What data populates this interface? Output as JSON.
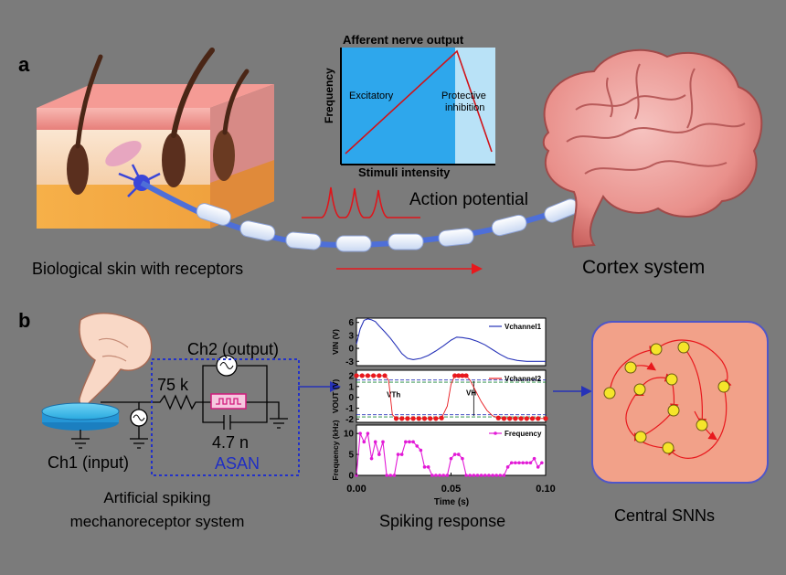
{
  "panel_a": {
    "label": "a",
    "skin_caption": "Biological skin with receptors",
    "cortex_caption": "Cortex system",
    "action_potential": "Action potential",
    "inset": {
      "title": "Afferent nerve output",
      "ylabel": "Frequency",
      "xlabel": "Stimuli intensity",
      "region_left": "Excitatory",
      "region_right_1": "Protective",
      "region_right_2": "inhibition"
    }
  },
  "panel_b": {
    "label": "b",
    "circuit": {
      "ch2": "Ch2 (output)",
      "resistor": "75 k",
      "capacitor": "4.7 n",
      "asan": "ASAN",
      "ch1": "Ch1 (input)"
    },
    "system_caption_1": "Artificial spiking",
    "system_caption_2": "mechanoreceptor system",
    "response_caption": "Spiking response",
    "snn_caption": "Central SNNs"
  },
  "chart_data": {
    "type": "line",
    "x_label": "Time (s)",
    "x_ticks": [
      "0.00",
      "0.05",
      "0.10"
    ],
    "xlim": [
      0,
      0.1
    ],
    "panels": [
      {
        "ylabel": "VIN (V)",
        "yticks": [
          "6",
          "3",
          "0",
          "-3"
        ],
        "ylim": [
          -4,
          7
        ],
        "legend": "Vchannel1",
        "x": [
          0,
          0.002,
          0.004,
          0.006,
          0.008,
          0.01,
          0.012,
          0.015,
          0.018,
          0.021,
          0.024,
          0.027,
          0.03,
          0.034,
          0.038,
          0.042,
          0.046,
          0.05,
          0.053,
          0.056,
          0.06,
          0.064,
          0.068,
          0.072,
          0.076,
          0.08,
          0.085,
          0.09,
          0.095,
          0.1
        ],
        "y": [
          1.0,
          4.5,
          6.5,
          6.8,
          6.6,
          6.2,
          5.2,
          3.8,
          2.3,
          0.6,
          -1.2,
          -2.3,
          -2.6,
          -2.3,
          -1.6,
          -0.6,
          0.6,
          1.9,
          2.6,
          2.5,
          2.2,
          1.6,
          0.8,
          -0.3,
          -1.4,
          -2.3,
          -2.8,
          -3.0,
          -3.0,
          -3.0
        ]
      },
      {
        "ylabel": "VOUT (V)",
        "yticks": [
          "2",
          "1",
          "0",
          "-1",
          "-2"
        ],
        "ylim": [
          -2.3,
          2.5
        ],
        "legend": "Vchannel2",
        "annotation_th": "VTh",
        "annotation_h": "VH",
        "x": [
          0,
          0.003,
          0.006,
          0.009,
          0.012,
          0.015,
          0.017,
          0.019,
          0.021,
          0.024,
          0.027,
          0.03,
          0.033,
          0.036,
          0.039,
          0.042,
          0.045,
          0.048,
          0.05,
          0.052,
          0.054,
          0.056,
          0.058,
          0.06,
          0.063,
          0.066,
          0.069,
          0.072,
          0.075,
          0.078,
          0.081,
          0.084,
          0.087,
          0.09,
          0.093,
          0.096,
          0.1
        ],
        "y": [
          2.0,
          2.0,
          2.0,
          2.0,
          2.0,
          2.0,
          1.6,
          -1.6,
          -1.95,
          -1.95,
          -1.95,
          -1.95,
          -1.95,
          -1.95,
          -1.95,
          -1.95,
          -1.9,
          -0.8,
          1.2,
          2.0,
          2.0,
          2.0,
          2.0,
          1.6,
          0.6,
          -0.4,
          -1.2,
          -1.7,
          -1.9,
          -1.95,
          -1.95,
          -1.95,
          -1.95,
          -1.95,
          -1.95,
          -1.95,
          -1.95
        ]
      },
      {
        "ylabel": "Frequency (kHz)",
        "yticks": [
          "10",
          "5",
          "0"
        ],
        "ylim": [
          0,
          12
        ],
        "legend": "Frequency",
        "x": [
          0.0,
          0.002,
          0.004,
          0.006,
          0.008,
          0.01,
          0.012,
          0.014,
          0.016,
          0.018,
          0.02,
          0.022,
          0.024,
          0.026,
          0.028,
          0.03,
          0.032,
          0.034,
          0.036,
          0.038,
          0.04,
          0.042,
          0.044,
          0.046,
          0.048,
          0.05,
          0.052,
          0.054,
          0.056,
          0.058,
          0.06,
          0.062,
          0.064,
          0.066,
          0.068,
          0.07,
          0.072,
          0.074,
          0.076,
          0.078,
          0.08,
          0.082,
          0.084,
          0.086,
          0.088,
          0.09,
          0.092,
          0.094,
          0.096,
          0.098
        ],
        "y": [
          0,
          10,
          8,
          10,
          4,
          8,
          5,
          8,
          0,
          0,
          0,
          5,
          5,
          8,
          8,
          8,
          7,
          6,
          2,
          2,
          0,
          0,
          0,
          0,
          0,
          4,
          5,
          5,
          4,
          0,
          0,
          0,
          0,
          0,
          0,
          0,
          0,
          0,
          0,
          0,
          2,
          3,
          3,
          3,
          3,
          3,
          3,
          4,
          2,
          3
        ]
      }
    ]
  }
}
